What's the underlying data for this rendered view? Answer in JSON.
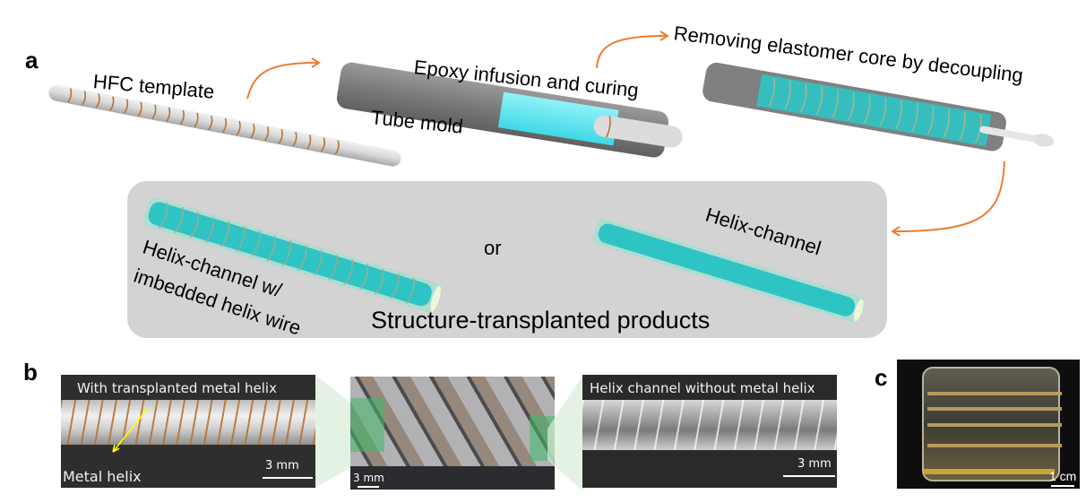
{
  "panels": {
    "a": {
      "letter": "a",
      "steps": {
        "template_label": "HFC template",
        "infusion_label": "Epoxy infusion and curing",
        "mold_label": "Tube mold",
        "removing_label": "Removing elastomer core by decoupling"
      },
      "products": {
        "left_label_line1": "Helix-channel w/",
        "left_label_line2": "imbedded helix wire",
        "or_label": "or",
        "right_label": "Helix-channel",
        "caption": "Structure-transplanted products"
      }
    },
    "b": {
      "letter": "b",
      "left_photo": {
        "caption": "With transplanted metal helix",
        "annotation": "Metal helix",
        "scale": "3 mm"
      },
      "center_photo": {
        "scale": "3 mm"
      },
      "right_photo": {
        "caption": "Helix channel without metal helix",
        "scale": "3 mm"
      }
    },
    "c": {
      "letter": "c",
      "scale": "1 cm"
    }
  },
  "colors": {
    "arrow": "#ed7d31",
    "teal": "#2ec4c4",
    "cyan_fill": "#5ee6f0",
    "mold_gray": "#7a7a7a",
    "box_gray": "#d3d3d3",
    "wire_copper": "#b87333",
    "annotation_yellow": "#ffff00"
  }
}
